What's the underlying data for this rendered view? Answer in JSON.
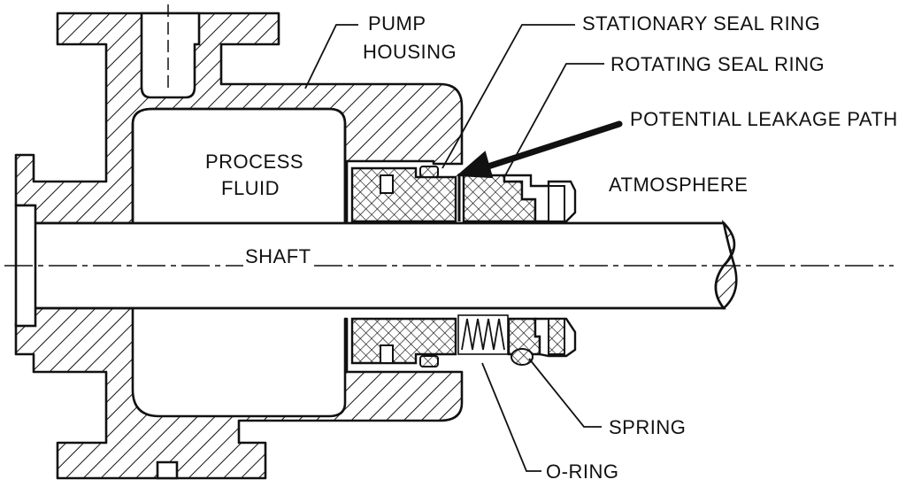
{
  "labels": {
    "pump_housing_1": "PUMP",
    "pump_housing_2": "HOUSING",
    "stationary_seal_ring": "STATIONARY SEAL RING",
    "rotating_seal_ring": "ROTATING SEAL RING",
    "potential_leakage_path": "POTENTIAL LEAKAGE PATH",
    "process_fluid_1": "PROCESS",
    "process_fluid_2": "FLUID",
    "atmosphere": "ATMOSPHERE",
    "shaft": "SHAFT",
    "spring": "SPRING",
    "o_ring": "O-RING"
  },
  "colors": {
    "ink": "#111111",
    "background": "#ffffff"
  }
}
